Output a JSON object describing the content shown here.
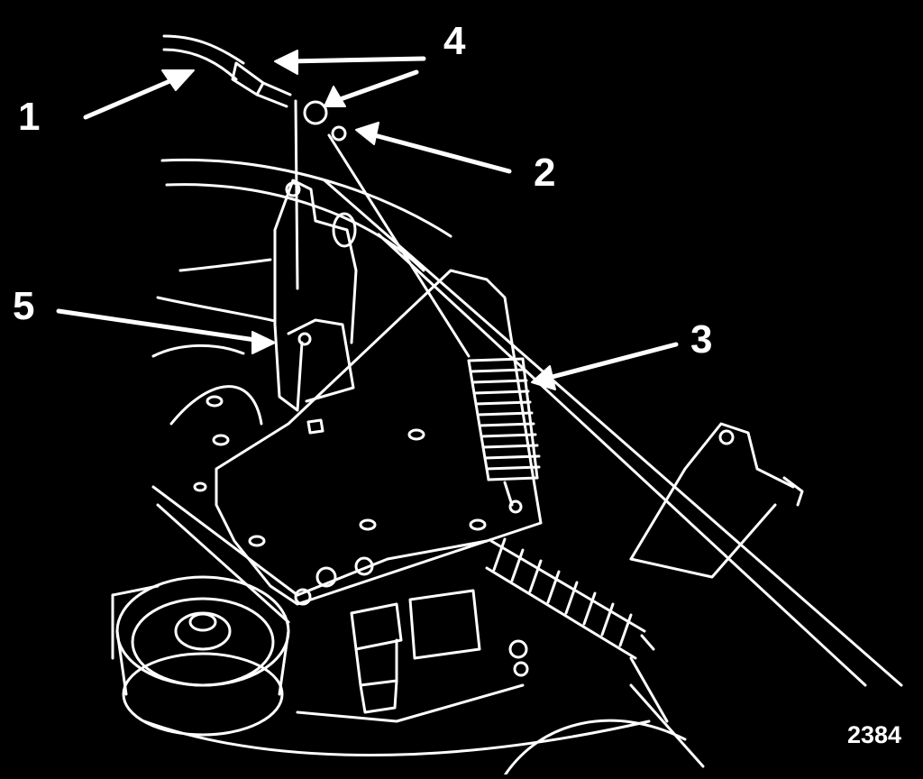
{
  "figure_number": "2384",
  "callouts": [
    {
      "label": "1"
    },
    {
      "label": "2"
    },
    {
      "label": "3"
    },
    {
      "label": "4"
    },
    {
      "label": "5"
    }
  ],
  "colors": {
    "background": "#000000",
    "line": "#ffffff"
  }
}
